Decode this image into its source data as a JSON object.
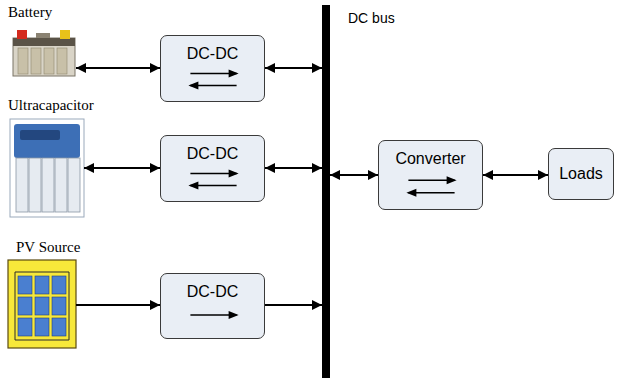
{
  "diagram": {
    "nodes": [
      {
        "text": [
          "Battery"
        ]
      },
      {
        "text": [
          "DC-DC"
        ]
      },
      {
        "text": [
          "Ultracapacitor"
        ]
      },
      {
        "text": [
          "DC-DC"
        ]
      },
      {
        "text": [
          "PV Source"
        ]
      },
      {
        "text": [
          "DC-DC"
        ]
      },
      {
        "text": [
          "DC bus"
        ]
      },
      {
        "text": [
          "Converter"
        ]
      },
      {
        "text": [
          "Loads"
        ]
      }
    ],
    "edges": [
      {
        "from": 0,
        "to": 1,
        "arrow": "both"
      },
      {
        "from": 1,
        "to": 6,
        "arrow": "both"
      },
      {
        "from": 2,
        "to": 3,
        "arrow": "both"
      },
      {
        "from": 3,
        "to": 6,
        "arrow": "both"
      },
      {
        "from": 4,
        "to": 5,
        "arrow": "to"
      },
      {
        "from": 5,
        "to": 6,
        "arrow": "to"
      },
      {
        "from": 6,
        "to": 7,
        "arrow": "both"
      },
      {
        "from": 7,
        "to": 8,
        "arrow": "both"
      }
    ]
  }
}
